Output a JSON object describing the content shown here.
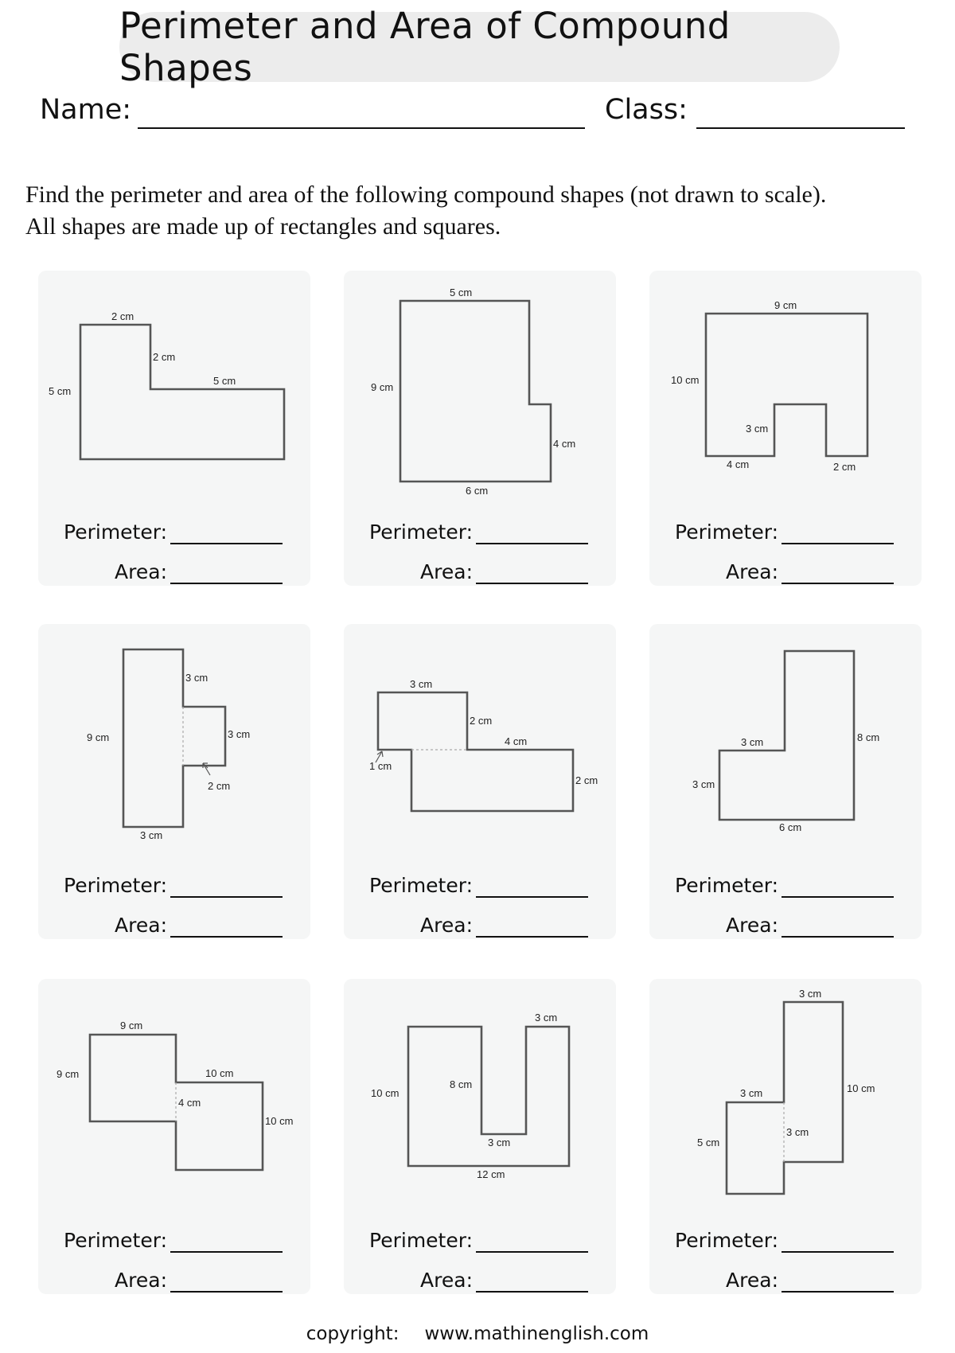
{
  "title": "Perimeter and Area of Compound Shapes",
  "name_label": "Name:",
  "class_label": "Class:",
  "instructions": [
    "Find the perimeter and area of the following compound shapes (not  drawn to scale).",
    "All shapes are made up of rectangles and squares."
  ],
  "perimeter_label": "Perimeter:",
  "area_label": "Area:",
  "footer": {
    "copyright": "copyright:",
    "website": "www.mathinenglish.com"
  },
  "problems": [
    {
      "labels": [
        "2 cm",
        "2 cm",
        "5 cm",
        "5 cm"
      ]
    },
    {
      "labels": [
        "5 cm",
        "9 cm",
        "4 cm",
        "6 cm"
      ]
    },
    {
      "labels": [
        "9 cm",
        "10 cm",
        "3 cm",
        "4 cm",
        "2 cm"
      ]
    },
    {
      "labels": [
        "3 cm",
        "3 cm",
        "9 cm",
        "2 cm",
        "3 cm"
      ]
    },
    {
      "labels": [
        "3 cm",
        "2 cm",
        "4 cm",
        "1 cm",
        "2 cm"
      ]
    },
    {
      "labels": [
        "3 cm",
        "8 cm",
        "3 cm",
        "6 cm"
      ]
    },
    {
      "labels": [
        "9 cm",
        "10 cm",
        "9 cm",
        "4 cm",
        "10 cm"
      ]
    },
    {
      "labels": [
        "3 cm",
        "8 cm",
        "10 cm",
        "3 cm",
        "12 cm"
      ]
    },
    {
      "labels": [
        "3 cm",
        "10 cm",
        "3 cm",
        "3 cm",
        "5 cm"
      ]
    }
  ]
}
